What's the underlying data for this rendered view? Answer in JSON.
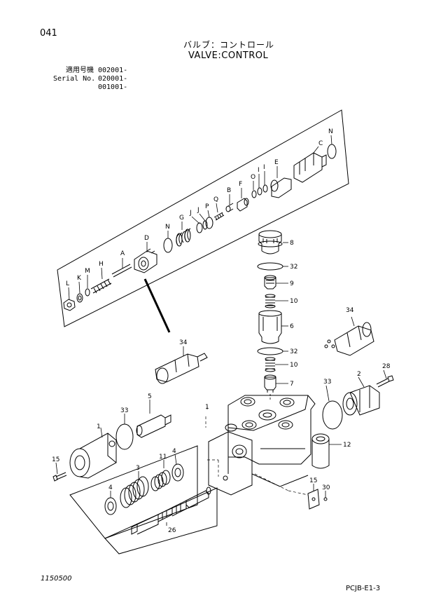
{
  "header": {
    "page_number": "041",
    "title_jp": "バルブ：コントロール",
    "title_en": "VALVE:CONTROL",
    "serial_rows": [
      {
        "label": "適用号機",
        "value": "002001-"
      },
      {
        "label": "Serial No.",
        "value": "020001-"
      },
      {
        "label": "",
        "value": "001001-"
      }
    ]
  },
  "callouts": {
    "L": "L",
    "K": "K",
    "M": "M",
    "H": "H",
    "A": "A",
    "D": "D",
    "N1": "N",
    "G": "G",
    "J1": "J",
    "J2": "J",
    "P": "P",
    "Q": "Q",
    "B": "B",
    "F": "F",
    "O": "O",
    "I1": "I",
    "I2": "I",
    "E": "E",
    "C": "C",
    "N2": "N",
    "n8": "8",
    "n32a": "32",
    "n9": "9",
    "n10a": "10",
    "n6": "6",
    "n32b": "32",
    "n10b": "10",
    "n7": "7",
    "n34a": "34",
    "n34b": "34",
    "n2": "2",
    "n28": "28",
    "n33a": "33",
    "n33b": "33",
    "n5": "5",
    "n1": "1",
    "n12": "12",
    "n15a": "15",
    "n15b": "15",
    "n30": "30",
    "n3": "3",
    "n11": "11",
    "n4a": "4",
    "n4b": "4",
    "n26": "26",
    "small1": "1"
  },
  "footer": {
    "doc_id": "1150500",
    "sheet_id": "PCJB-E1-3"
  }
}
